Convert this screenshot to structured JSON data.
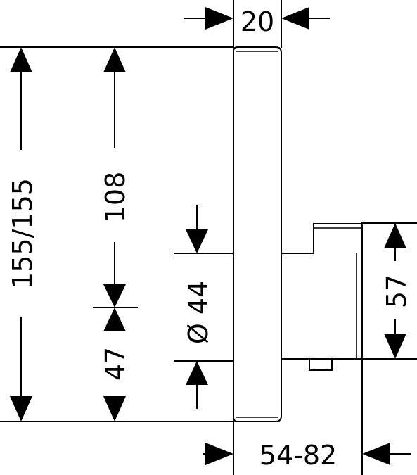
{
  "drawing": {
    "dimensions": {
      "plate_depth": "20",
      "total_height": "155/155",
      "upper_height": "108",
      "diameter": "Ø 44",
      "lower_height": "47",
      "body_height": "57",
      "installation_depth": "54-82"
    },
    "colors": {
      "line": "#000000",
      "background": "#ffffff"
    }
  }
}
